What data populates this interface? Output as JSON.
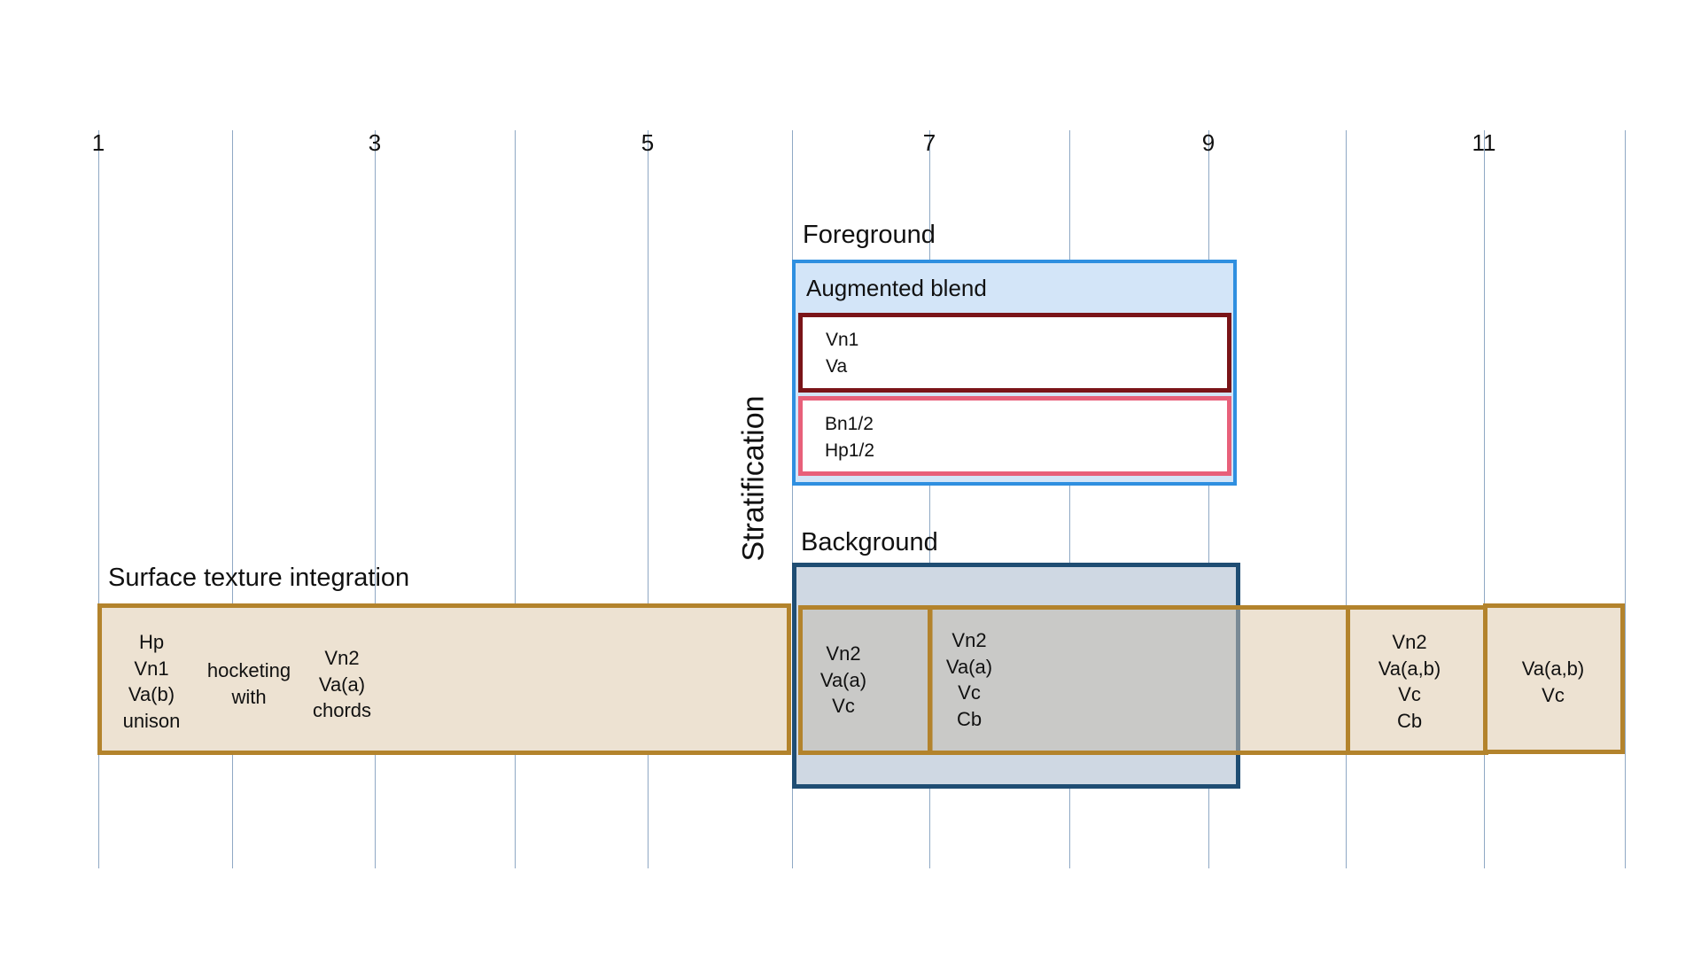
{
  "measure_numbers": [
    "1",
    "3",
    "5",
    "7",
    "9",
    "11"
  ],
  "foreground": {
    "title": "Foreground",
    "blend_title": "Augmented blend",
    "box1_lines": [
      "Vn1",
      "Va"
    ],
    "box2_lines": [
      "Bn1/2",
      "Hp1/2"
    ]
  },
  "stratification_label": "Stratification",
  "background": {
    "title": "Background"
  },
  "surface": {
    "title": "Surface texture integration",
    "group_a": [
      "Hp",
      "Vn1",
      "Va(b)",
      "unison"
    ],
    "group_b": [
      "hocketing",
      "with"
    ],
    "group_c": [
      "Vn2",
      "Va(a)",
      "chords"
    ],
    "cell_1": [
      "Vn2",
      "Va(a)",
      "Vc"
    ],
    "cell_2": [
      "Vn2",
      "Va(a)",
      "Vc",
      "Cb"
    ],
    "cell_3": [
      "Vn2",
      "Va(a,b)",
      "Vc",
      "Cb"
    ],
    "cell_4": [
      "Va(a,b)",
      "Vc"
    ]
  },
  "colors": {
    "gridline": "#8fa8c4",
    "foreground_border": "#2f8fe0",
    "foreground_fill": "#d3e5f8",
    "vn_box_border": "#7a1418",
    "bn_box_border": "#e8607a",
    "background_border": "#1f4d73",
    "background_fill": "#cfd8e3",
    "surface_border": "#b3832c",
    "surface_fill": "#ede2d2"
  }
}
